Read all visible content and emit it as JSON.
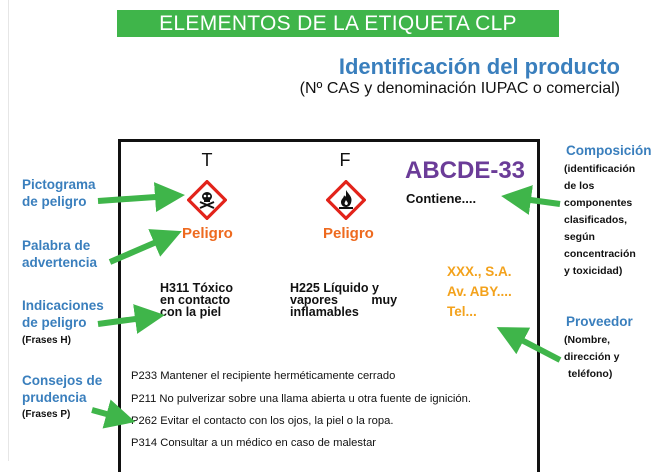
{
  "banner": "ELEMENTOS DE LA ETIQUETA CLP",
  "product_id": {
    "title": "Identificación del producto",
    "note": "(Nº CAS y denominación IUPAC o comercial)"
  },
  "left_labels": {
    "pictogram": [
      "Pictograma",
      "de peligro"
    ],
    "signal_word": [
      "Palabra de",
      "advertencia"
    ],
    "hazard_statements": [
      "Indicaciones",
      "de peligro"
    ],
    "hazard_statements_note": "(Frases H)",
    "precautionary": [
      "Consejos de",
      "prudencia"
    ],
    "precautionary_note": "(Frases P)"
  },
  "label": {
    "pictograms": [
      {
        "letter": "T",
        "icon": "skull-crossbones-icon",
        "signal": "Peligro"
      },
      {
        "letter": "F",
        "icon": "flame-icon",
        "signal": "Peligro"
      }
    ],
    "product_name": "ABCDE-33",
    "contains": "Contiene....",
    "hazards": [
      [
        "H311 Tóxico",
        "en contacto",
        "con la piel"
      ],
      [
        "H225 Líquido y",
        "vapores muy",
        "inflamables"
      ]
    ],
    "supplier_lines": [
      "XXX., S.A.",
      "Av. ABY....",
      "Tel..."
    ],
    "precautionary_statements": [
      "P233 Mantener el recipiente herméticamente cerrado",
      "P211 No pulverizar sobre una llama abierta u otra fuente de ignición.",
      "P262 Evitar el contacto con los ojos, la piel o la ropa.",
      "P314 Consultar a un médico en caso de malestar"
    ]
  },
  "right_labels": {
    "composition": "Composición",
    "composition_note": [
      "(identificación",
      "de los",
      "componentes",
      "clasificados,",
      "según",
      "concentración",
      "y toxicidad)"
    ],
    "supplier": "Proveedor",
    "supplier_note": [
      "(Nombre,",
      "dirección y",
      "teléfono)"
    ]
  },
  "colors": {
    "banner_bg": "#3fb54a",
    "heading_blue": "#3a7fbd",
    "signal_orange": "#ee6a1f",
    "product_purple": "#6b3c98",
    "supplier_yellow": "#f3a21c",
    "pictogram_red": "#e2231a",
    "arrow_green": "#3fb54a"
  }
}
